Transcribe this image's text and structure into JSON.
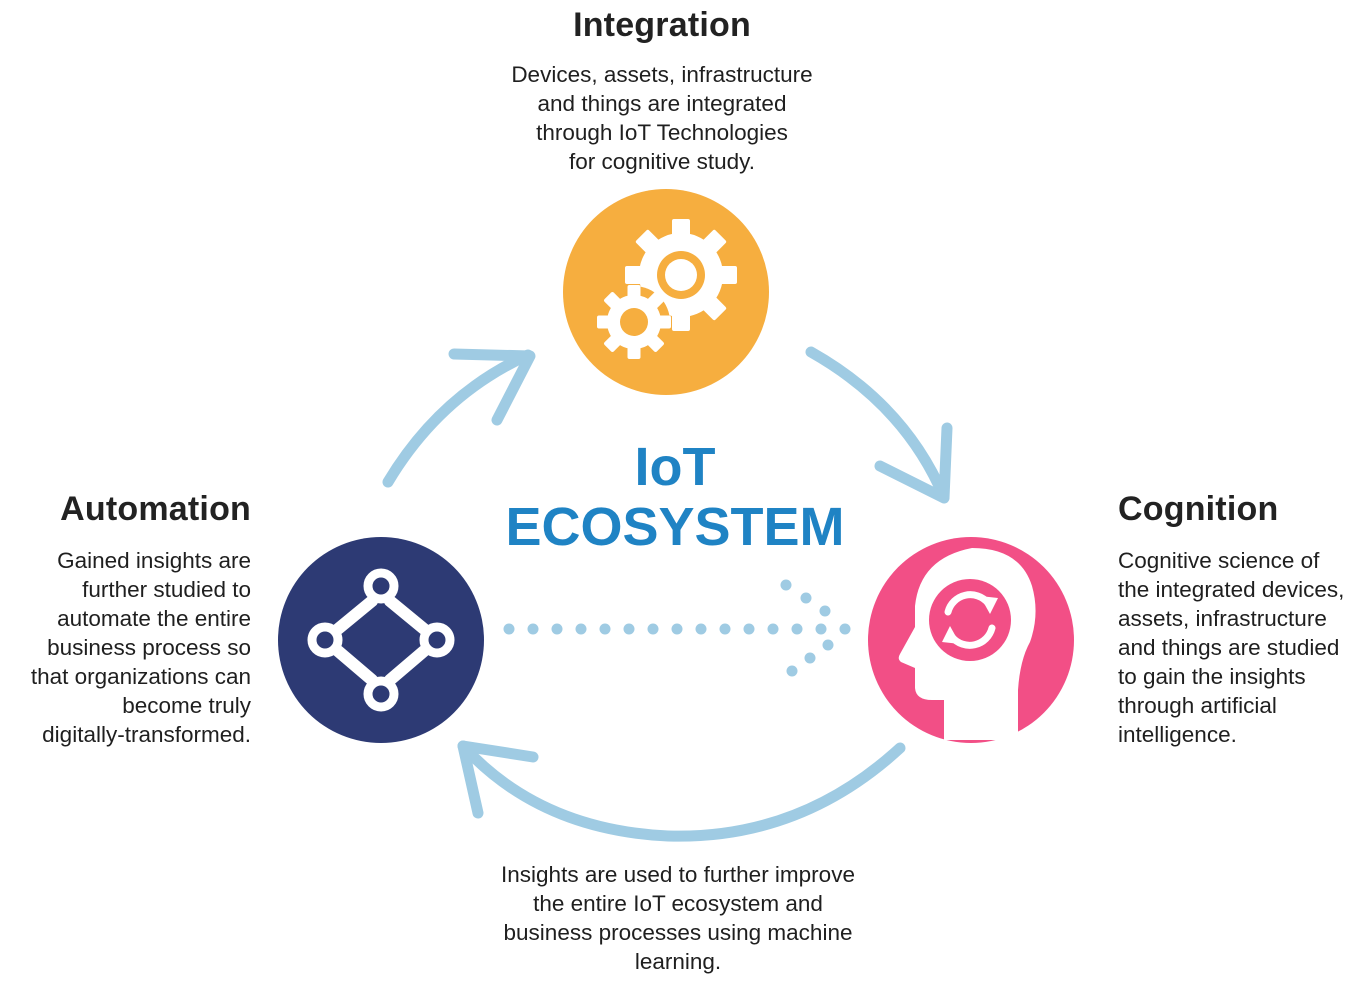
{
  "center": {
    "line1": "IoT",
    "line2": "ECOSYSTEM"
  },
  "integration": {
    "title": "Integration",
    "lines": [
      "Devices, assets, infrastructure",
      "and things are integrated",
      "through IoT Technologies",
      "for cognitive study."
    ],
    "icon": "gears-icon",
    "color": "#f6ae3f"
  },
  "cognition": {
    "title": "Cognition",
    "lines": [
      "Cognitive science of",
      "the integrated devices,",
      "assets, infrastructure",
      "and things are studied",
      "to gain the insights",
      "through artificial",
      "intelligence."
    ],
    "icon": "head-refresh-icon",
    "color": "#f24f86"
  },
  "automation": {
    "title": "Automation",
    "lines": [
      "Gained insights are",
      "further studied to",
      "automate the entire",
      "business process so",
      "that organizations can",
      "become truly",
      "digitally-transformed."
    ],
    "icon": "workflow-nodes-icon",
    "color": "#2d3a74"
  },
  "learning": {
    "lines": [
      "Insights are used to further improve",
      "the entire IoT ecosystem and",
      "business processes using machine",
      "learning."
    ]
  },
  "colors": {
    "arrow": "#9fcbe3",
    "accent": "#1f83c4"
  }
}
